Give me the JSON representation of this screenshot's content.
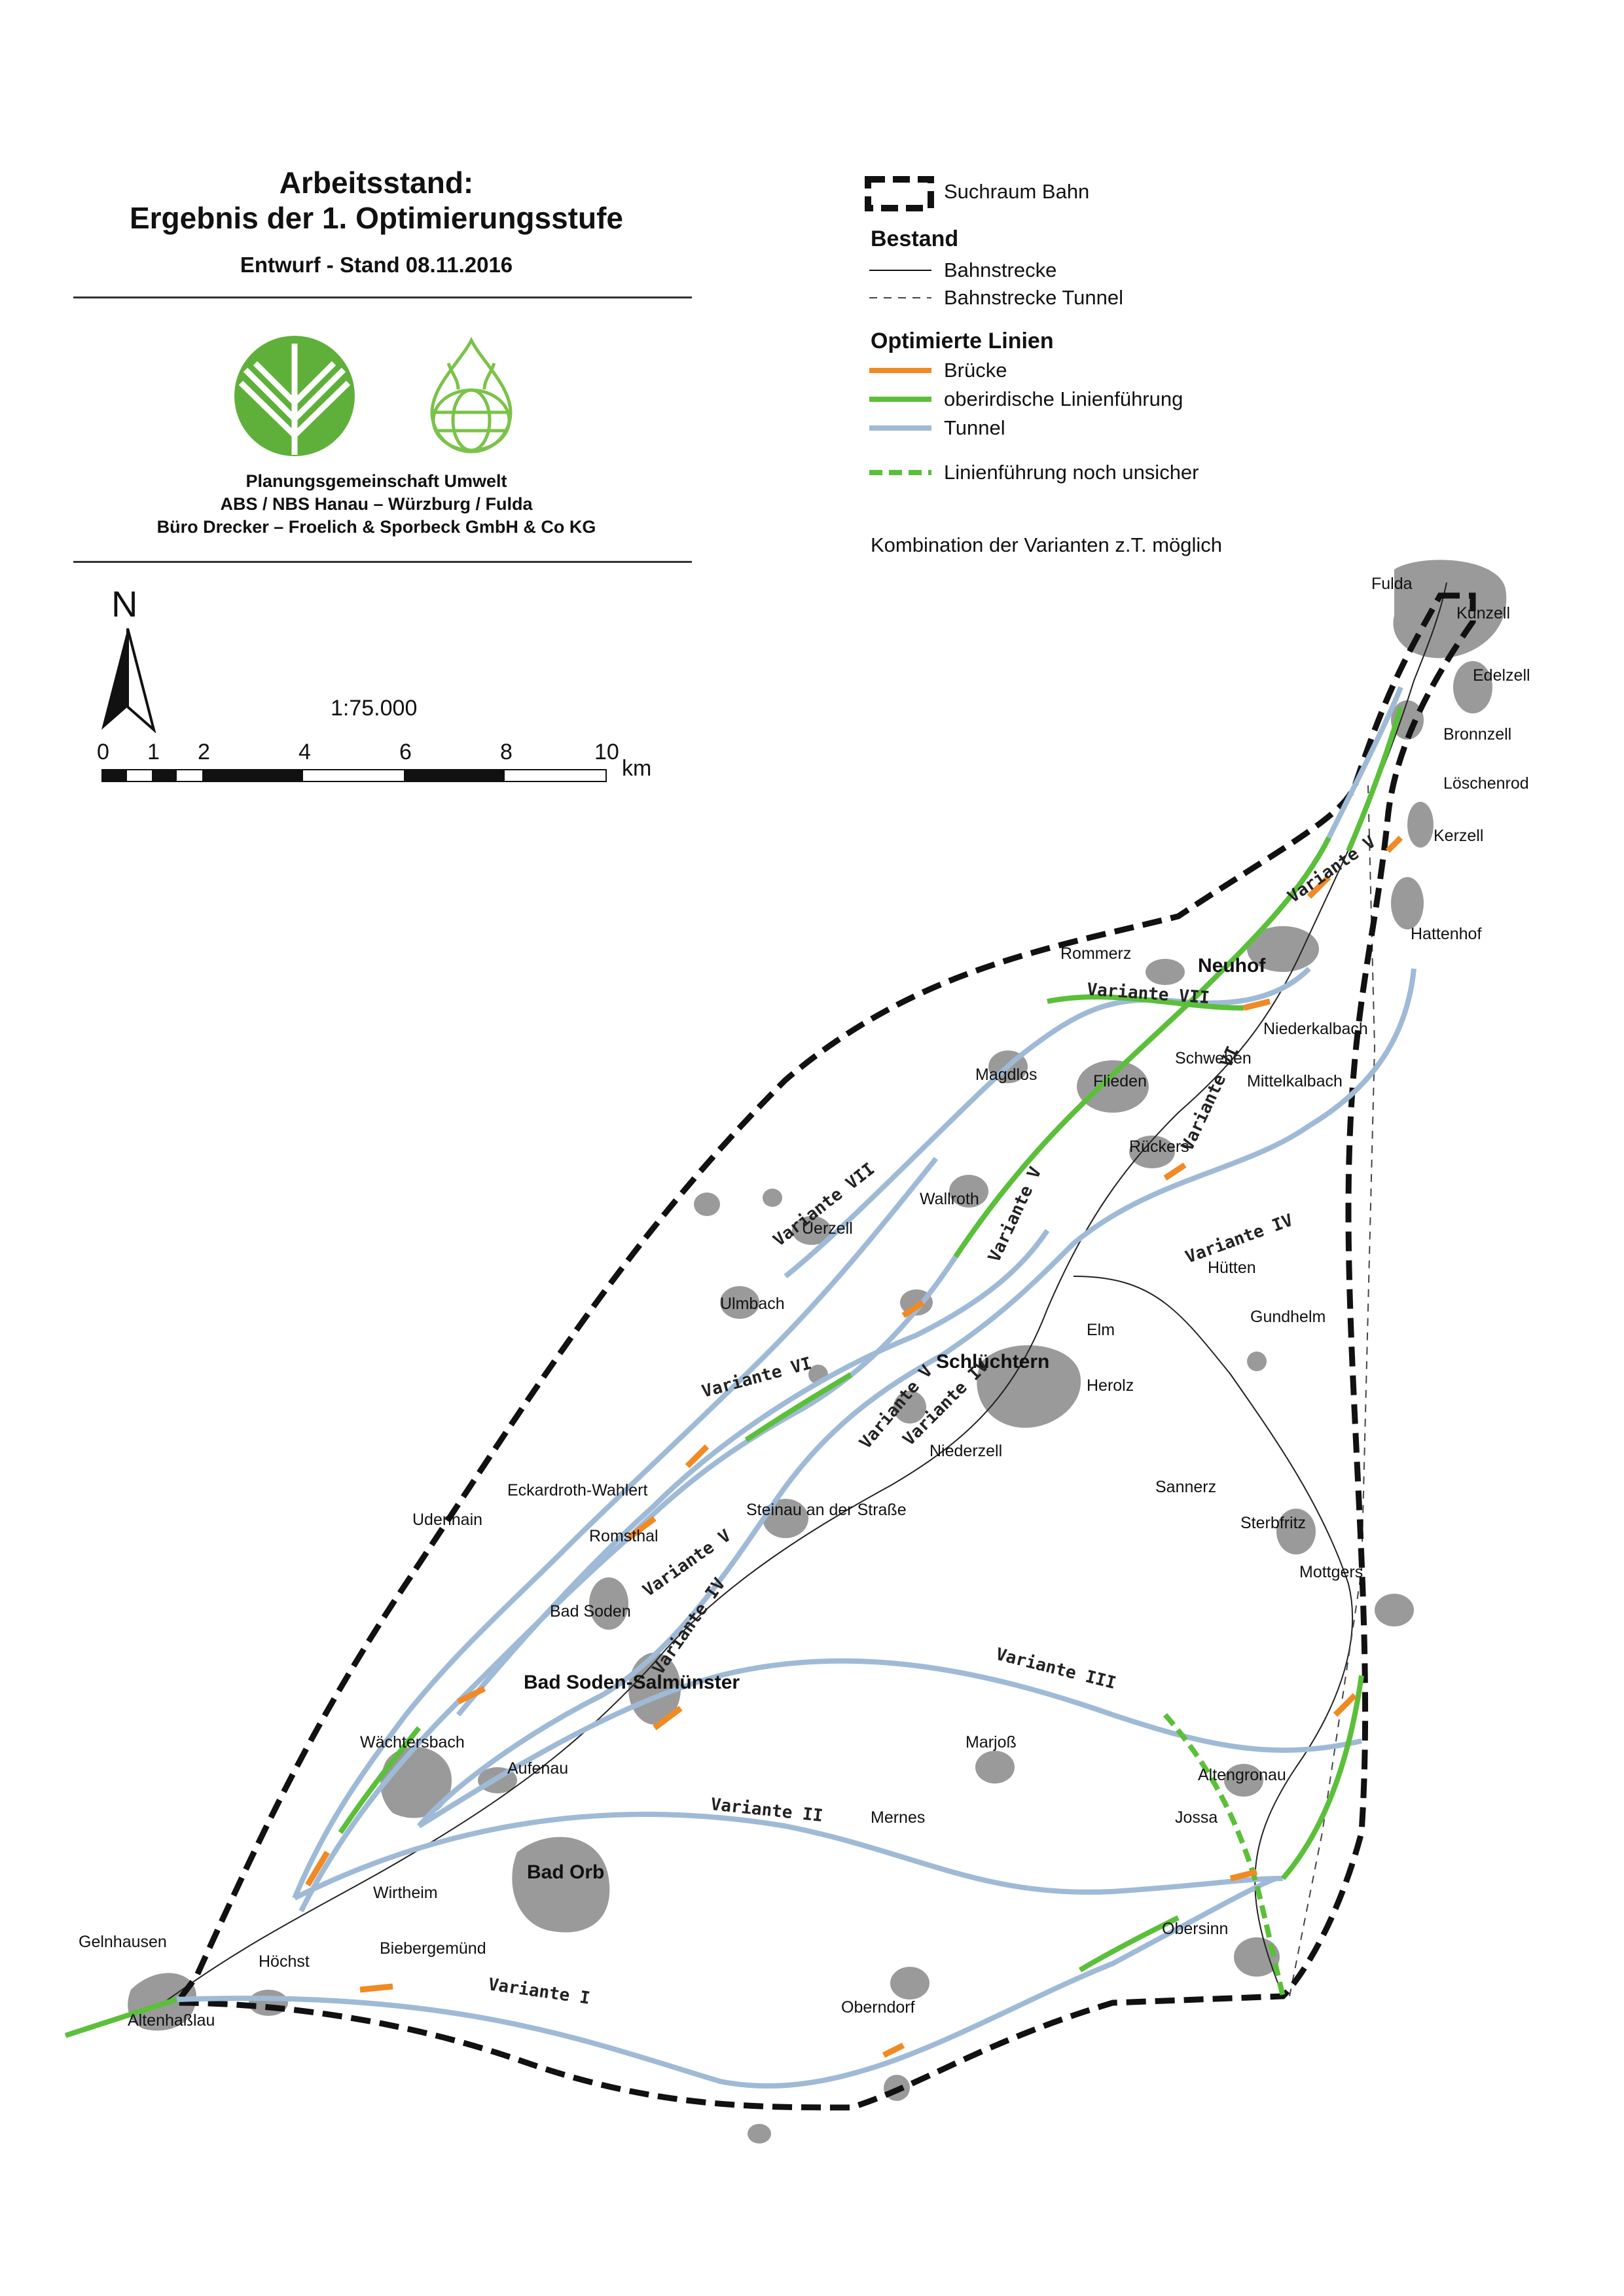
{
  "header": {
    "title_line1": "Arbeitsstand:",
    "title_line2": "Ergebnis der 1. Optimierungsstufe",
    "subtitle": "Entwurf - Stand 08.11.2016",
    "org_line1": "Planungsgemeinschaft Umwelt",
    "org_line2": "ABS / NBS Hanau – Würzburg / Fulda",
    "org_line3": "Büro Drecker  –  Froelich & Sporbeck GmbH & Co KG"
  },
  "north_arrow": {
    "label": "N"
  },
  "scale": {
    "ratio": "1:75.000",
    "ticks": [
      "0",
      "1",
      "2",
      "4",
      "6",
      "8",
      "10"
    ],
    "unit": "km"
  },
  "legend": {
    "suchraum": "Suchraum Bahn",
    "bestand_title": "Bestand",
    "bahnstrecke": "Bahnstrecke",
    "bahnstrecke_tunnel": "Bahnstrecke Tunnel",
    "optimiert_title": "Optimierte Linien",
    "bruecke": "Brücke",
    "oberirdisch": "oberirdische Linienführung",
    "tunnel": "Tunnel",
    "unsicher": "Linienführung noch unsicher",
    "note": "Kombination der Varianten z.T. möglich"
  },
  "colors": {
    "bruecke": "#f08a24",
    "oberirdisch": "#5bbf3a",
    "tunnel": "#9fbad6",
    "settlement": "#9a9a9a",
    "suchraum": "#111111",
    "logo_green": "#5fb03a"
  },
  "places": {
    "fulda": "Fulda",
    "kuenzell": "Künzell",
    "edelzell": "Edelzell",
    "bronnzell": "Bronnzell",
    "loeschenrod": "Löschenrod",
    "kerzell": "Kerzell",
    "hattenhof": "Hattenhof",
    "rommerz": "Rommerz",
    "neuhof": "Neuhof",
    "niederkalbach": "Niederkalbach",
    "schweben": "Schweben",
    "mittelkalbach": "Mittelkalbach",
    "magdlos": "Magdlos",
    "flieden": "Flieden",
    "rueckers": "Rückers",
    "wallroth": "Wallroth",
    "uerzell": "Uerzell",
    "huetten": "Hütten",
    "gundhelm": "Gundhelm",
    "ulmbach": "Ulmbach",
    "elm": "Elm",
    "schluechtern": "Schlüchtern",
    "herolz": "Herolz",
    "niederzell": "Niederzell",
    "eckardroth": "Eckardroth-Wahlert",
    "udenhain": "Udenhain",
    "steinau": "Steinau an der Straße",
    "romsthal": "Romsthal",
    "sannerz": "Sannerz",
    "sterbfritz": "Sterbfritz",
    "mottgers": "Mottgers",
    "bad_soden": "Bad Soden",
    "bad_soden_salmuenster": "Bad Soden-Salmünster",
    "waechtersbach": "Wächtersbach",
    "aufenau": "Aufenau",
    "marjoss": "Marjoß",
    "altengronau": "Altengronau",
    "jossa": "Jossa",
    "mernes": "Mernes",
    "bad_orb": "Bad Orb",
    "wirtheim": "Wirtheim",
    "gelnhausen": "Gelnhausen",
    "hoechst": "Höchst",
    "biebergemuend": "Biebergemünd",
    "obersinn": "Obersinn",
    "altenhasslau": "Altenhaßlau",
    "oberndorf": "Oberndorf"
  },
  "variants": {
    "v1": "Variante I",
    "v2": "Variante II",
    "v3": "Variante III",
    "v4": "Variante IV",
    "v5": "Variante V",
    "v6": "Variante VI",
    "v7": "Variante VII"
  }
}
